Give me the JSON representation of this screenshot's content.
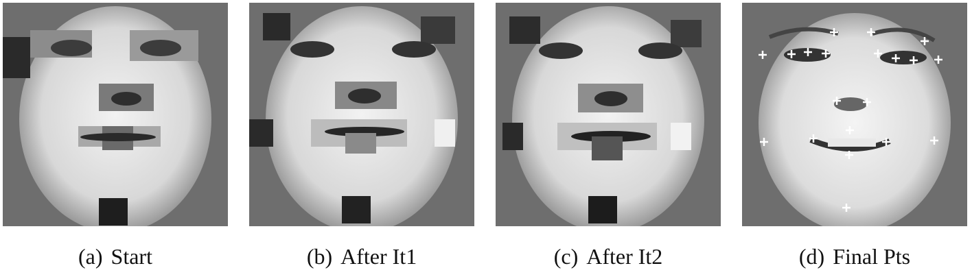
{
  "figure": {
    "panels": [
      {
        "label": "(a)",
        "caption": "Start",
        "variant": "blocks"
      },
      {
        "label": "(b)",
        "caption": "After It1",
        "variant": "blocks"
      },
      {
        "label": "(c)",
        "caption": "After It2",
        "variant": "blocks"
      },
      {
        "label": "(d)",
        "caption": "Final Pts",
        "variant": "points"
      }
    ],
    "colors": {
      "background": "#ffffff",
      "marker": "#ffffff"
    }
  }
}
